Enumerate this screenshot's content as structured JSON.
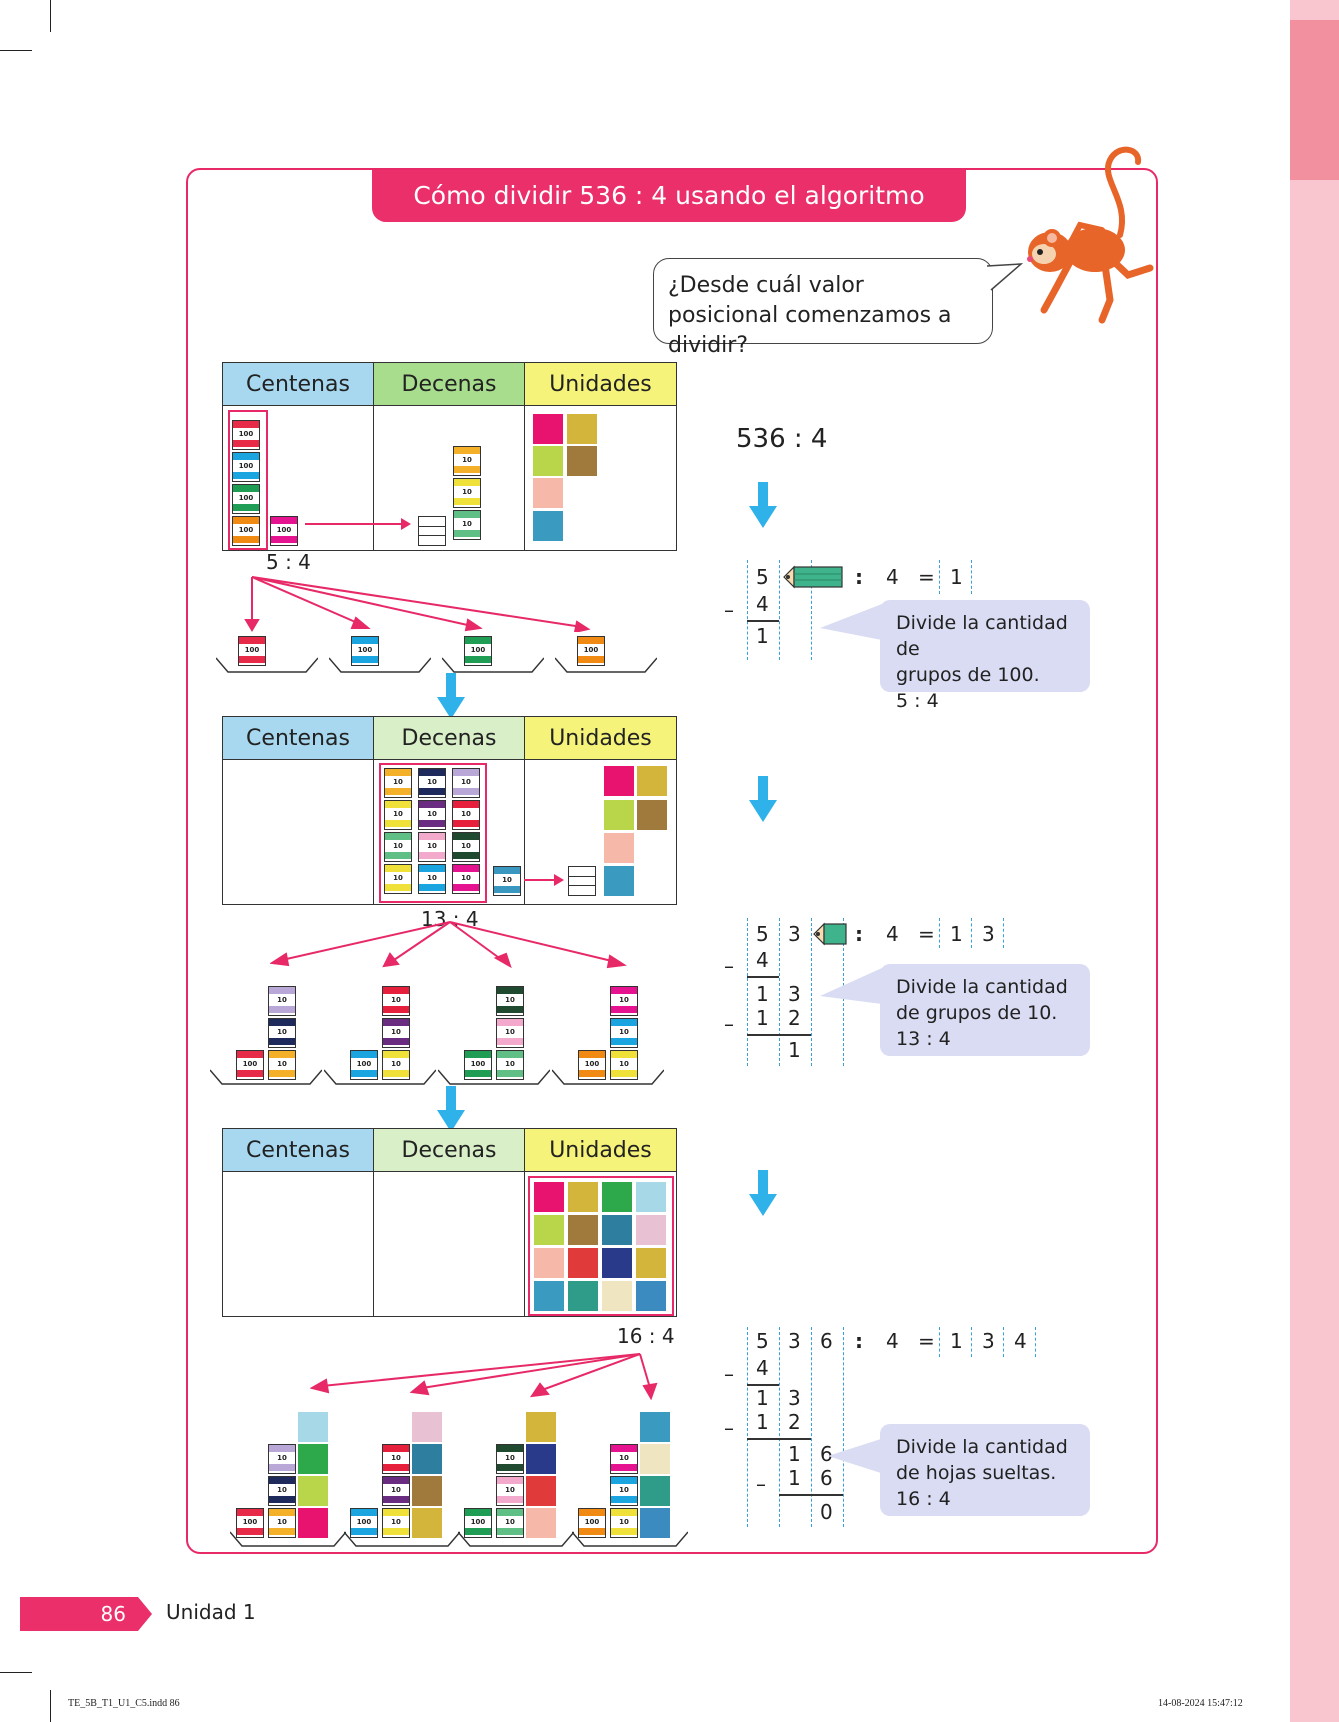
{
  "title": "Cómo dividir 536 : 4 usando el algoritmo",
  "question": "¿Desde cuál valor posicional comenzamos a dividir?",
  "table_headers": [
    "Centenas",
    "Decenas",
    "Unidades"
  ],
  "block_labels": {
    "hundred": "100",
    "ten": "10"
  },
  "division_expression": "536 : 4",
  "step1": {
    "partial": "5 : 4",
    "alg": {
      "d1": "5",
      "div": ":",
      "divisor": "4",
      "eq": "=",
      "q1": "1",
      "minus": "–",
      "s1": "4",
      "r1": "1"
    },
    "note_line1": "Divide la cantidad de",
    "note_line2": "grupos de 100.",
    "note_line3": "5 : 4"
  },
  "step2": {
    "partial": "13 : 4",
    "alg": {
      "d1": "5",
      "d2": "3",
      "div": ":",
      "divisor": "4",
      "eq": "=",
      "q1": "1",
      "q2": "3",
      "minus": "–",
      "s1": "4",
      "r1a": "1",
      "r1b": "3",
      "s2a": "1",
      "s2b": "2",
      "r2": "1"
    },
    "note_line1": "Divide la cantidad",
    "note_line2": "de grupos de 10.",
    "note_line3": "13 : 4"
  },
  "step3": {
    "partial": "16 : 4",
    "alg": {
      "d1": "5",
      "d2": "3",
      "d3": "6",
      "div": ":",
      "divisor": "4",
      "eq": "=",
      "q1": "1",
      "q2": "3",
      "q3": "4",
      "minus": "–",
      "s1": "4",
      "r1a": "1",
      "r1b": "3",
      "s2a": "1",
      "s2b": "2",
      "r2a": "1",
      "r2b": "6",
      "s3a": "1",
      "s3b": "6",
      "r3": "0"
    },
    "note_line1": "Divide la cantidad",
    "note_line2": "de hojas sueltas.",
    "note_line3": "16 : 4"
  },
  "footer": {
    "page_number": "86",
    "unit": "Unidad 1"
  },
  "slug": {
    "file": "TE_5B_T1_U1_C5.indd   86",
    "date": "14-08-2024   15:47:12"
  },
  "colors": {
    "accent": "#ea2f6b",
    "blue_arrow": "#2fb1ea",
    "note_bg": "#d9dcf2"
  }
}
